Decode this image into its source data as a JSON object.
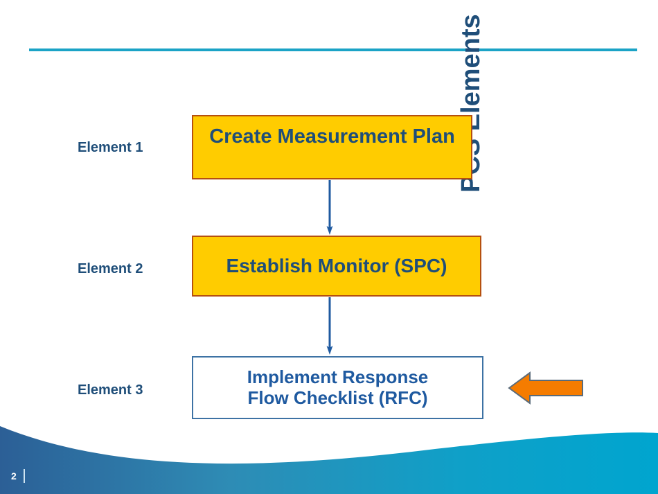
{
  "slide": {
    "side_title": "PCS Elements",
    "page_number": "2",
    "accent_line_color": "#1BA3C6",
    "title_color": "#1F4E79"
  },
  "rows": [
    {
      "label": "Element 1",
      "box_text": "Create Measurement Plan",
      "box_fill": "#FFCC00",
      "box_border": "#B5500F",
      "box_text_color": "#1F4E79"
    },
    {
      "label": "Element 2",
      "box_text": "Establish Monitor (SPC)",
      "box_fill": "#FFCC00",
      "box_border": "#B5500F",
      "box_text_color": "#1F4E79"
    },
    {
      "label": "Element 3",
      "box_text_line1": "Implement Response",
      "box_text_line2": "Flow Checklist (RFC)",
      "box_fill": "#FFFFFF",
      "box_border": "#3D72A4",
      "box_text_color": "#1F5AA0"
    }
  ],
  "connectors": {
    "color": "#1F5AA0",
    "icon": "down-arrow-icon"
  },
  "callout": {
    "icon": "left-arrow-icon",
    "fill": "#F57C00",
    "stroke": "#5A6B7A"
  },
  "wave": {
    "gradient_start": "#2C5F96",
    "gradient_mid": "#2E8CB5",
    "gradient_end": "#00A5CF"
  }
}
